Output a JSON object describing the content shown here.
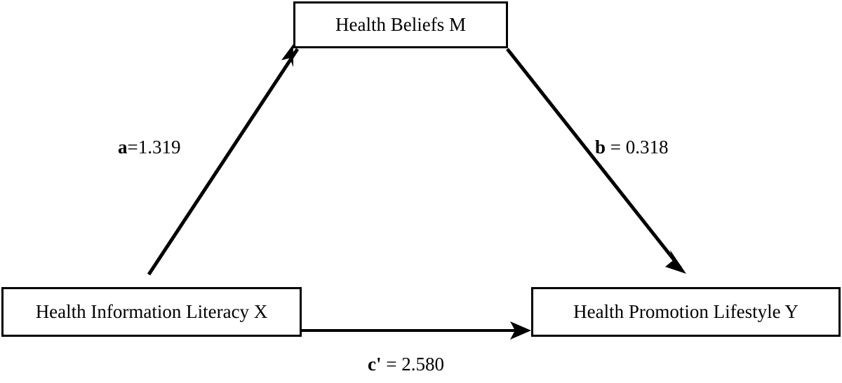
{
  "diagram": {
    "type": "mediation-model",
    "background_color": "#ffffff",
    "line_color": "#000000",
    "nodes": [
      {
        "id": "m",
        "label": "Health Beliefs M",
        "role": "mediator"
      },
      {
        "id": "x",
        "label": "Health Information Literacy X",
        "role": "predictor"
      },
      {
        "id": "y",
        "label": "Health Promotion Lifestyle Y",
        "role": "outcome"
      }
    ],
    "paths": [
      {
        "id": "a",
        "name": "a",
        "separator": "=",
        "value": "1.319",
        "label": "a=1.319",
        "from": "x",
        "to": "m"
      },
      {
        "id": "b",
        "name": "b",
        "separator": " = ",
        "value": "0.318",
        "label": "b = 0.318",
        "from": "m",
        "to": "y"
      },
      {
        "id": "c-prime",
        "name": "c'",
        "separator": " = ",
        "value": "2.580",
        "label": "c' = 2.580",
        "from": "x",
        "to": "y"
      }
    ]
  }
}
